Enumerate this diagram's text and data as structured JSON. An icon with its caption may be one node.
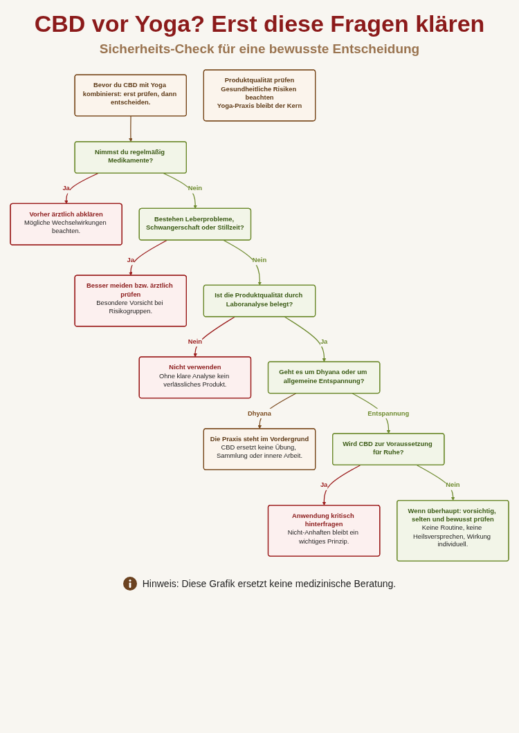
{
  "diagram": {
    "title": "CBD vor Yoga? Erst diese Fragen klären",
    "caption": "Hinweis: Diese Grafik ersetzt keine medizinische Beratung.",
    "labels": [
      "Sicherheits-Check für eine bewusste Entscheidung"
    ],
    "nodes": [
      {
        "text": [
          "Bevor du CBD mit Yoga kombinierst: erst prüfen, dann entscheiden."
        ]
      },
      {
        "text": [
          "Nimmst du regelmäßig Medikamente?"
        ]
      },
      {
        "text": [
          "Vorher ärztlich abklären",
          "Mögliche Wechselwirkungen beachten."
        ]
      },
      {
        "text": [
          "Bestehen Leberprobleme, Schwangerschaft oder Stillzeit?"
        ]
      },
      {
        "text": [
          "Besser meiden bzw. ärztlich prüfen",
          "Besondere Vorsicht bei Risikogruppen."
        ]
      },
      {
        "text": [
          "Ist die Produktqualität durch Laboranalyse belegt?"
        ]
      },
      {
        "text": [
          "Nicht verwenden",
          "Ohne klare Analyse kein verlässliches Produkt."
        ]
      },
      {
        "text": [
          "Geht es um Dhyana oder um allgemeine Entspannung?"
        ]
      },
      {
        "text": [
          "Die Praxis steht im Vordergrund",
          "CBD ersetzt keine Übung, Sammlung oder innere Arbeit."
        ]
      },
      {
        "text": [
          "Wird CBD zur Voraussetzung für Ruhe?"
        ]
      },
      {
        "text": [
          "Anwendung kritisch hinterfragen",
          "Nicht-Anhaften bleibt ein wichtiges Prinzip."
        ]
      },
      {
        "text": [
          "Wenn überhaupt: vorsichtig, selten und bewusst prüfen",
          "Keine Routine, keine Heilsversprechen, Wirkung individuell."
        ]
      },
      {
        "text": [
          "Produktqualität prüfen",
          "Gesundheitliche Risiken beachten",
          "Yoga-Praxis bleibt der Kern"
        ]
      }
    ],
    "edges": [
      {
        "from": 0,
        "to": 1,
        "arrow": "to",
        "color": "#7a4a1e"
      },
      {
        "from": 1,
        "to": 2,
        "arrow": "to",
        "label": "Ja",
        "color": "#9b1c1c"
      },
      {
        "from": 1,
        "to": 3,
        "arrow": "to",
        "label": "Nein"
      },
      {
        "from": 3,
        "to": 4,
        "arrow": "to",
        "label": "Ja",
        "color": "#9b1c1c"
      },
      {
        "from": 3,
        "to": 5,
        "arrow": "to",
        "label": "Nein"
      },
      {
        "from": 5,
        "to": 6,
        "arrow": "to",
        "label": "Nein",
        "color": "#9b1c1c"
      },
      {
        "from": 5,
        "to": 7,
        "arrow": "to",
        "label": "Ja"
      },
      {
        "from": 7,
        "to": 8,
        "arrow": "to",
        "label": "Dhyana",
        "color": "#7a4a1e"
      },
      {
        "from": 7,
        "to": 9,
        "arrow": "to",
        "label": "Entspannung"
      },
      {
        "from": 9,
        "to": 10,
        "arrow": "to",
        "label": "Ja",
        "color": "#9b1c1c"
      },
      {
        "from": 9,
        "to": 11,
        "arrow": "to",
        "label": "Nein"
      }
    ]
  }
}
